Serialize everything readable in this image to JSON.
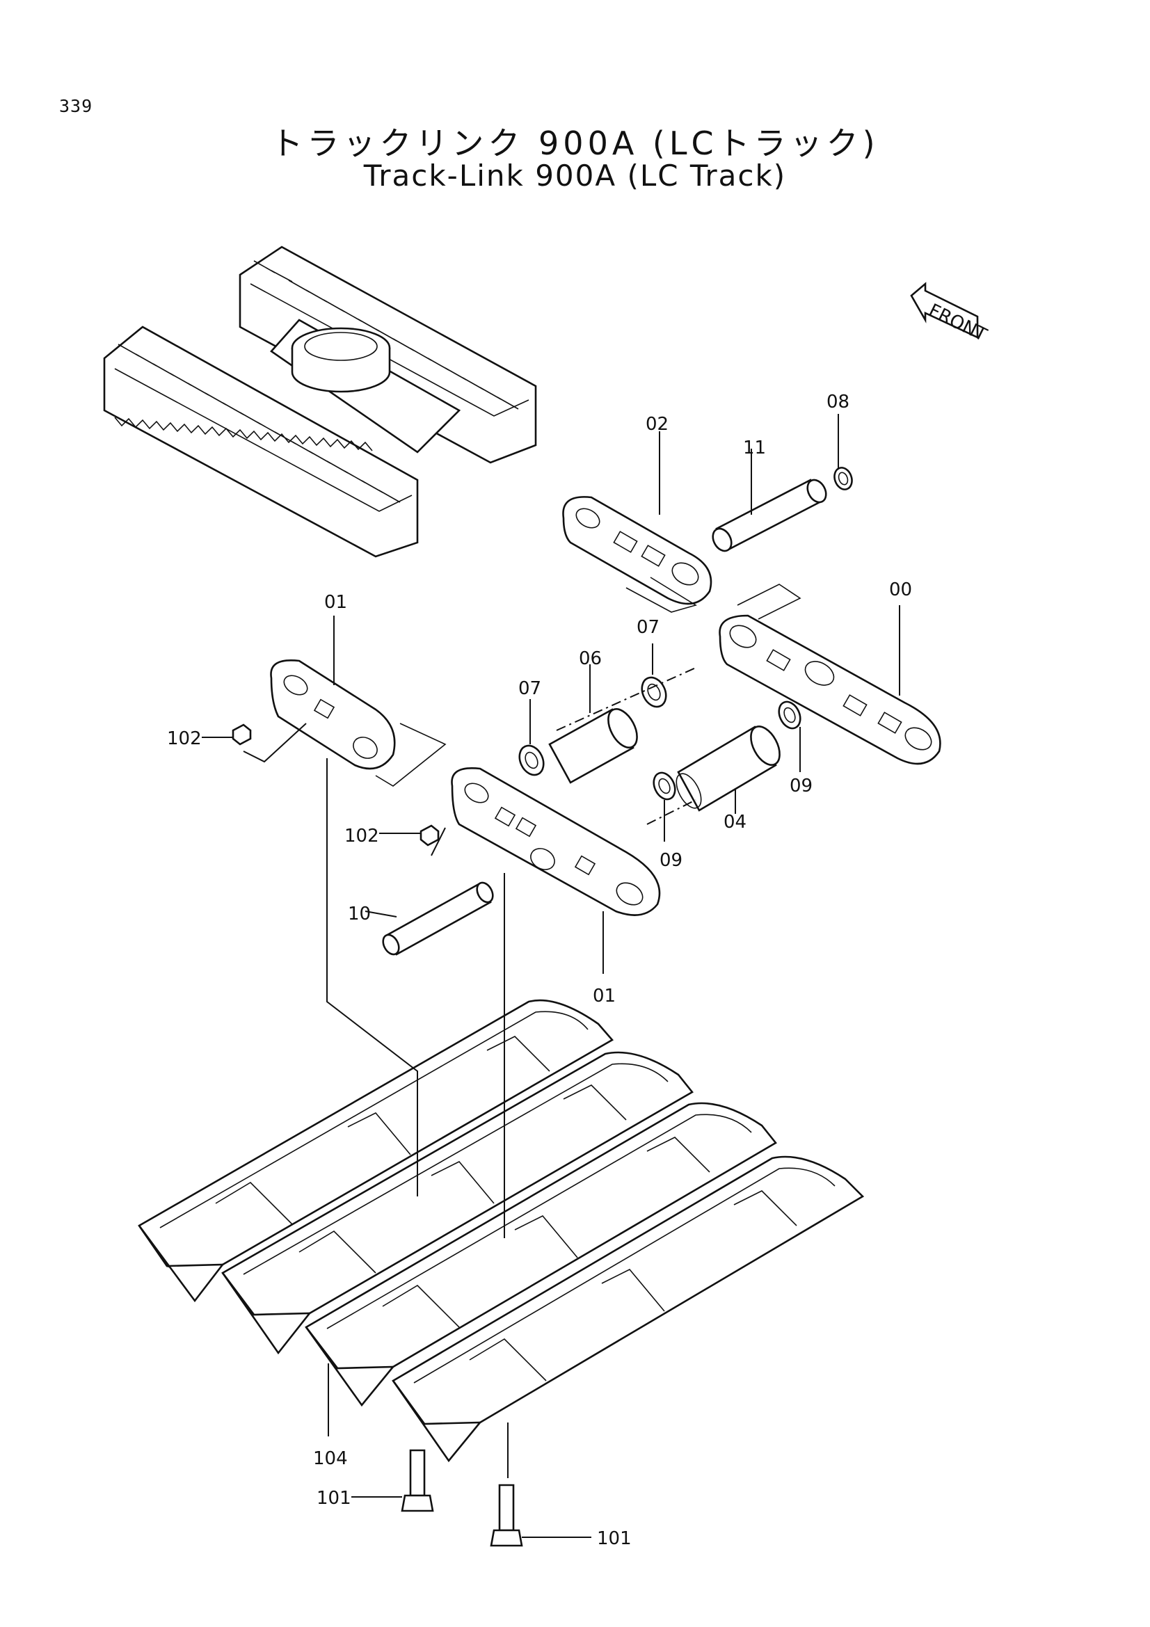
{
  "page_number": "339",
  "title_jp": "トラックリンク 900A (LCトラック)",
  "title_en": "Track-Link 900A (LC Track)",
  "front_label": "FRONT",
  "callouts": {
    "c00": "00",
    "c01_top": "01",
    "c01_bottom": "01",
    "c02": "02",
    "c04": "04",
    "c06": "06",
    "c07_left": "07",
    "c07_right": "07",
    "c08": "08",
    "c09_left": "09",
    "c09_right": "09",
    "c10": "10",
    "c11": "11",
    "c102_top": "102",
    "c102_mid": "102",
    "c104": "104",
    "c101_left": "101",
    "c101_right": "101"
  }
}
